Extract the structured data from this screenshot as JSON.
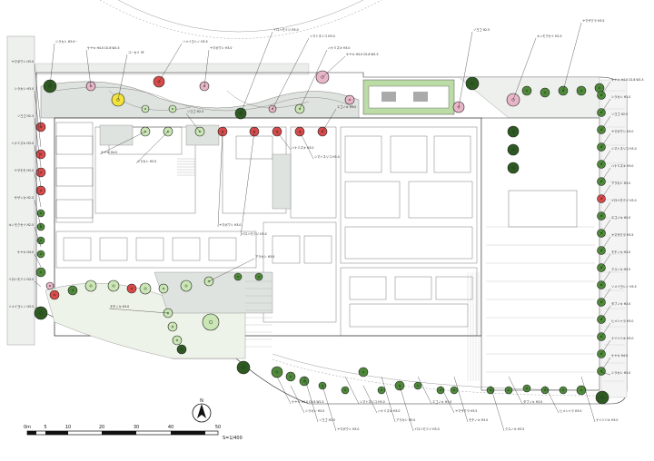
{
  "scale": {
    "ticks": [
      "0m",
      "5",
      "10",
      "20",
      "30",
      "40",
      "50"
    ],
    "ratio": "S=1/400"
  },
  "north_mark": "N",
  "colors": {
    "tree_green": "#4f8a3a",
    "tree_light": "#c9e6b4",
    "tree_red": "#d94a4a",
    "tree_pink": "#e8b6c8",
    "tree_yellow": "#f2e23a",
    "tree_dark": "#2e5a22",
    "hedge": "#9fc98a",
    "paving": "#c8ccc8",
    "road": "#dfe2df"
  },
  "labels": {
    "top": [
      "シラカシ H3.0~",
      "ケヤキ H4.0 C0.8 W1.5",
      "ユーカリ 3F",
      "ソメイヨシノ H3.5",
      "ヤマボウシ H3.0",
      "イロハモミジ H3.0",
      "シマトネリコ H3.0",
      "ハナミズキ H3.0",
      "ケヤキ H4.0 C0.8 W1.5",
      "ソヨゴ H2.5",
      "キンモクセイ H2.5",
      "ヤマザクラ H3.5"
    ],
    "left": [
      "ヤマボウシ H3.0",
      "シラカシ H3.0",
      "ソヨゴ H2.5",
      "ハナミズキ H3.0",
      "ヤマモモ H3.0",
      "サザンカ H2.0",
      "キンモクセイ H2.5",
      "ケヤキ H4.0",
      "イロハモミジ H3.0",
      "ソメイヨシノ H3.5"
    ],
    "right": [
      "ケヤキ H4.0 C0.8 W1.5",
      "シラカシ H3.0",
      "ソヨゴ H2.5",
      "ヤマボウシ H3.0",
      "シマトネリコ H3.0",
      "ハナミズキ H3.0",
      "アラカシ H3.0",
      "イロハモミジ H3.0",
      "エゴノキ H3.0",
      "ヤマザクラ H3.5",
      "モチノキ H3.0",
      "クスノキ H3.5",
      "ソメイヨシノ H3.5",
      "タブノキ H3.0",
      "ヒメシャラ H3.0",
      "ナツツバキ H3.0",
      "ケヤキ H4.0",
      "シラカシ H3.0"
    ],
    "bottom": [
      "ケヤキ H4.0 C0.8 W1.5",
      "シラカシ H3.0",
      "ソヨゴ H2.5",
      "ヤマボウシ H3.0",
      "シマトネリコ H3.0",
      "ハナミズキ H3.0",
      "アラカシ H3.0",
      "イロハモミジ H3.0",
      "エゴノキ H3.0",
      "ヤマザクラ H3.5",
      "モチノキ H3.0",
      "クスノキ H3.5",
      "タブノキ H3.0",
      "ヒメシャラ H3.0",
      "ナツツバキ H3.0"
    ],
    "inner": [
      "ケヤキ H4.0",
      "シラカシ H3.0",
      "ソヨゴ H2.5",
      "ヤマボウシ H3.0",
      "イロハモミジ H3.0",
      "ハナミズキ H3.0",
      "シマトネリコ H3.0",
      "エゴノキ H3.0",
      "モチノキ H3.0",
      "アラカシ H3.0"
    ]
  }
}
